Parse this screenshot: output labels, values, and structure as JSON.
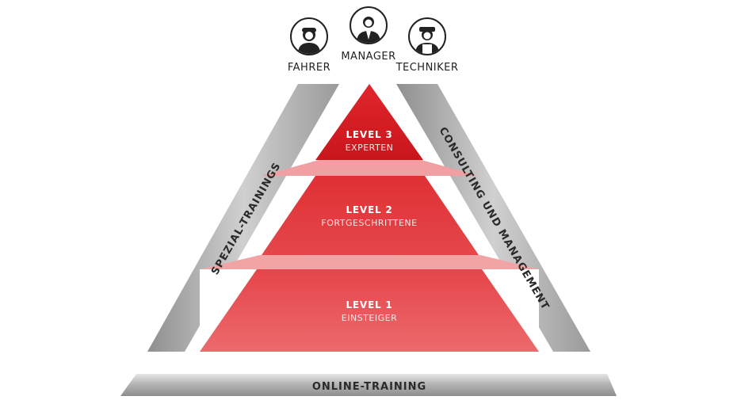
{
  "roles": [
    {
      "label": "FAHRER",
      "icon": "driver-icon"
    },
    {
      "label": "MANAGER",
      "icon": "manager-icon"
    },
    {
      "label": "TECHNIKER",
      "icon": "technician-icon"
    }
  ],
  "levels": {
    "level3": {
      "title": "LEVEL 3",
      "subtitle": "EXPERTEN"
    },
    "level2": {
      "title": "LEVEL 2",
      "subtitle": "FORTGESCHRITTENE"
    },
    "level1": {
      "title": "LEVEL 1",
      "subtitle": "EINSTEIGER"
    }
  },
  "bands": {
    "left": "SPEZIAL-TRAININGS",
    "right": "CONSULTING UND MANAGEMENT",
    "bottom": "ONLINE-TRAINING"
  },
  "colors": {
    "red_top": "#d81c22",
    "red_mid": "#e2353a",
    "red_low": "#e84a4e",
    "band_gray": "#a9a9a9"
  }
}
